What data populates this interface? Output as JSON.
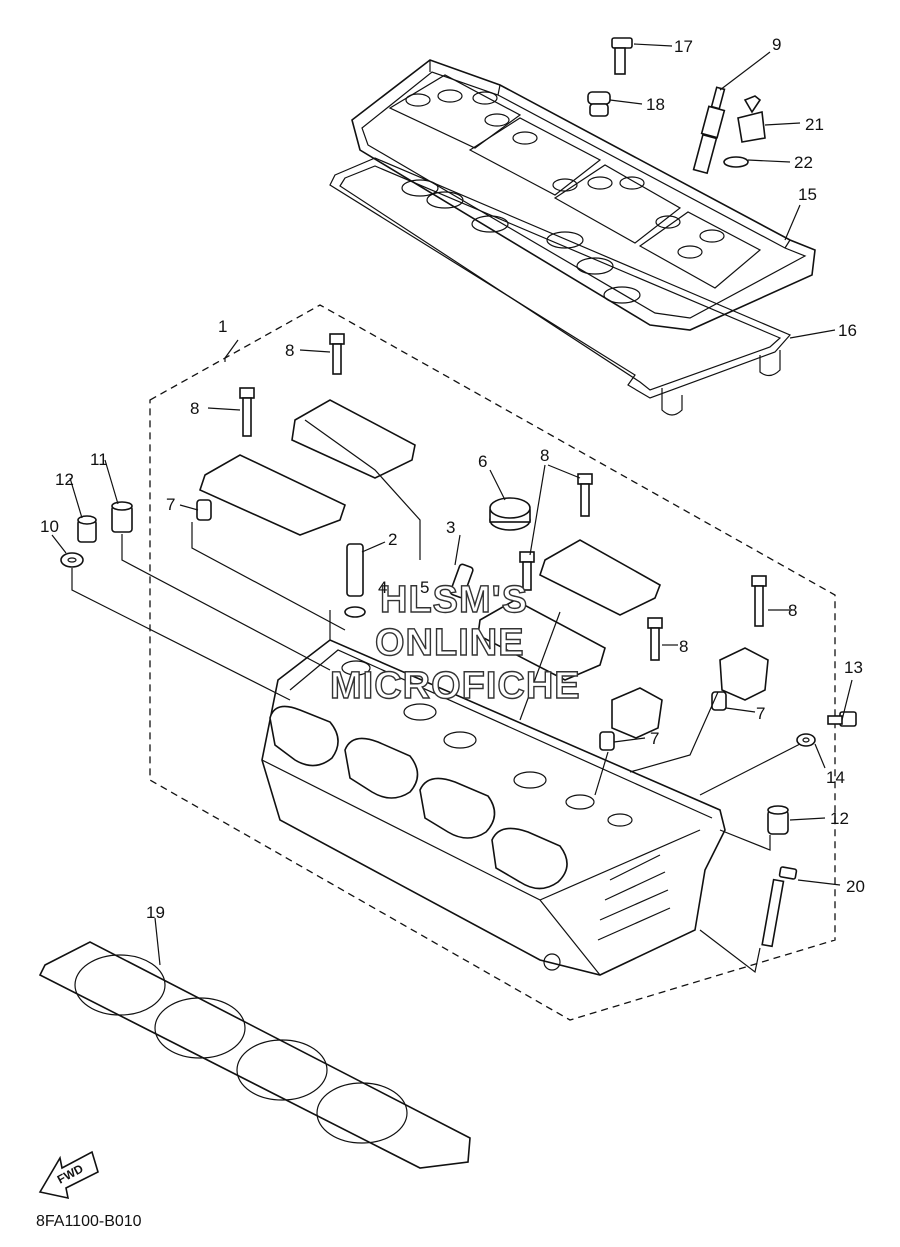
{
  "diagram": {
    "part_code": "8FA1100-B010",
    "watermark": [
      "HLSM'S",
      "ONLINE",
      "MICROFICHE"
    ],
    "direction_label": "FWD",
    "callouts": [
      {
        "id": "c1",
        "label": "1"
      },
      {
        "id": "c2",
        "label": "2"
      },
      {
        "id": "c3",
        "label": "3"
      },
      {
        "id": "c4",
        "label": "4"
      },
      {
        "id": "c5",
        "label": "5"
      },
      {
        "id": "c6",
        "label": "6"
      },
      {
        "id": "c7a",
        "label": "7"
      },
      {
        "id": "c7b",
        "label": "7"
      },
      {
        "id": "c7c",
        "label": "7"
      },
      {
        "id": "c8a",
        "label": "8"
      },
      {
        "id": "c8b",
        "label": "8"
      },
      {
        "id": "c8c",
        "label": "8"
      },
      {
        "id": "c8d",
        "label": "8"
      },
      {
        "id": "c8e",
        "label": "8"
      },
      {
        "id": "c9",
        "label": "9"
      },
      {
        "id": "c10",
        "label": "10"
      },
      {
        "id": "c11",
        "label": "11"
      },
      {
        "id": "c12a",
        "label": "12"
      },
      {
        "id": "c12b",
        "label": "12"
      },
      {
        "id": "c13",
        "label": "13"
      },
      {
        "id": "c14",
        "label": "14"
      },
      {
        "id": "c15",
        "label": "15"
      },
      {
        "id": "c16",
        "label": "16"
      },
      {
        "id": "c17",
        "label": "17"
      },
      {
        "id": "c18",
        "label": "18"
      },
      {
        "id": "c19",
        "label": "19"
      },
      {
        "id": "c20",
        "label": "20"
      },
      {
        "id": "c21",
        "label": "21"
      },
      {
        "id": "c22",
        "label": "22"
      }
    ]
  }
}
